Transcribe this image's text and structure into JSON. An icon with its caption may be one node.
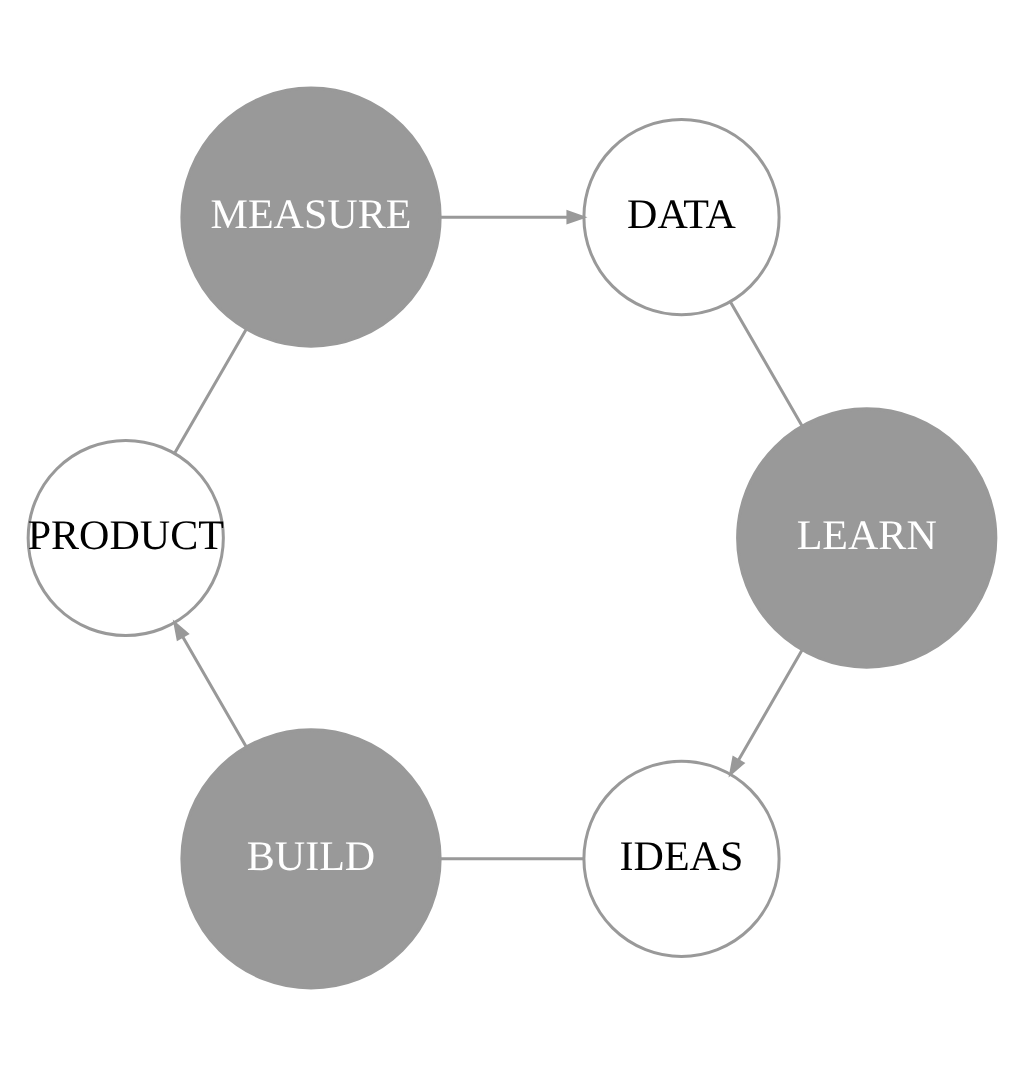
{
  "diagram": {
    "nodes": [
      {
        "text": [
          "IDEAS"
        ]
      },
      {
        "text": [
          "BUILD"
        ]
      },
      {
        "text": [
          "PRODUCT"
        ]
      },
      {
        "text": [
          "MEASURE"
        ]
      },
      {
        "text": [
          "DATA"
        ]
      },
      {
        "text": [
          "LEARN"
        ]
      }
    ],
    "edges": [
      {
        "from": 0,
        "to": 1,
        "arrow": "none"
      },
      {
        "from": 1,
        "to": 2,
        "arrow": "to"
      },
      {
        "from": 2,
        "to": 3,
        "arrow": "none"
      },
      {
        "from": 3,
        "to": 4,
        "arrow": "to"
      },
      {
        "from": 4,
        "to": 5,
        "arrow": "none"
      },
      {
        "from": 5,
        "to": 0,
        "arrow": "to"
      }
    ]
  }
}
